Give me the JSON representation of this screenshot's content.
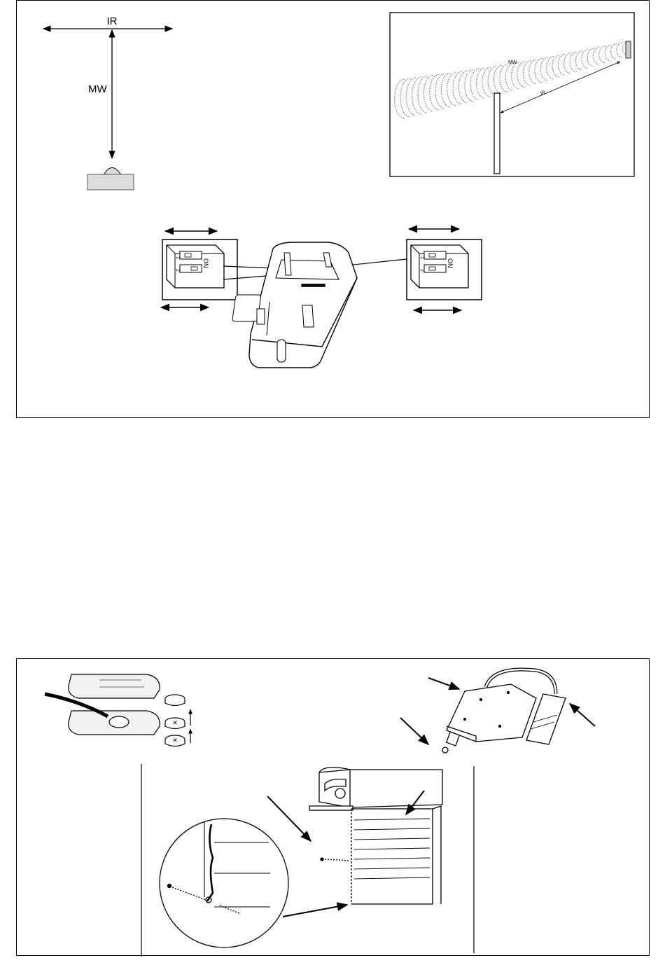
{
  "diagram_top": {
    "axis_labels": {
      "ir": "IR",
      "mw": "MW"
    },
    "inset_labels": {
      "mw": "MW",
      "ir": "IR"
    },
    "dip_switch_labels": {
      "switch1": "1",
      "switch2": "2",
      "on": "ON"
    }
  },
  "icons": {
    "detector": "detector-icon",
    "dip_switch": "dip-switch-icon",
    "detector_base": "detector-base-icon",
    "battery": "battery-icon",
    "magnetic_contact": "magnetic-contact-icon",
    "roller_shutter": "roller-shutter-icon"
  }
}
